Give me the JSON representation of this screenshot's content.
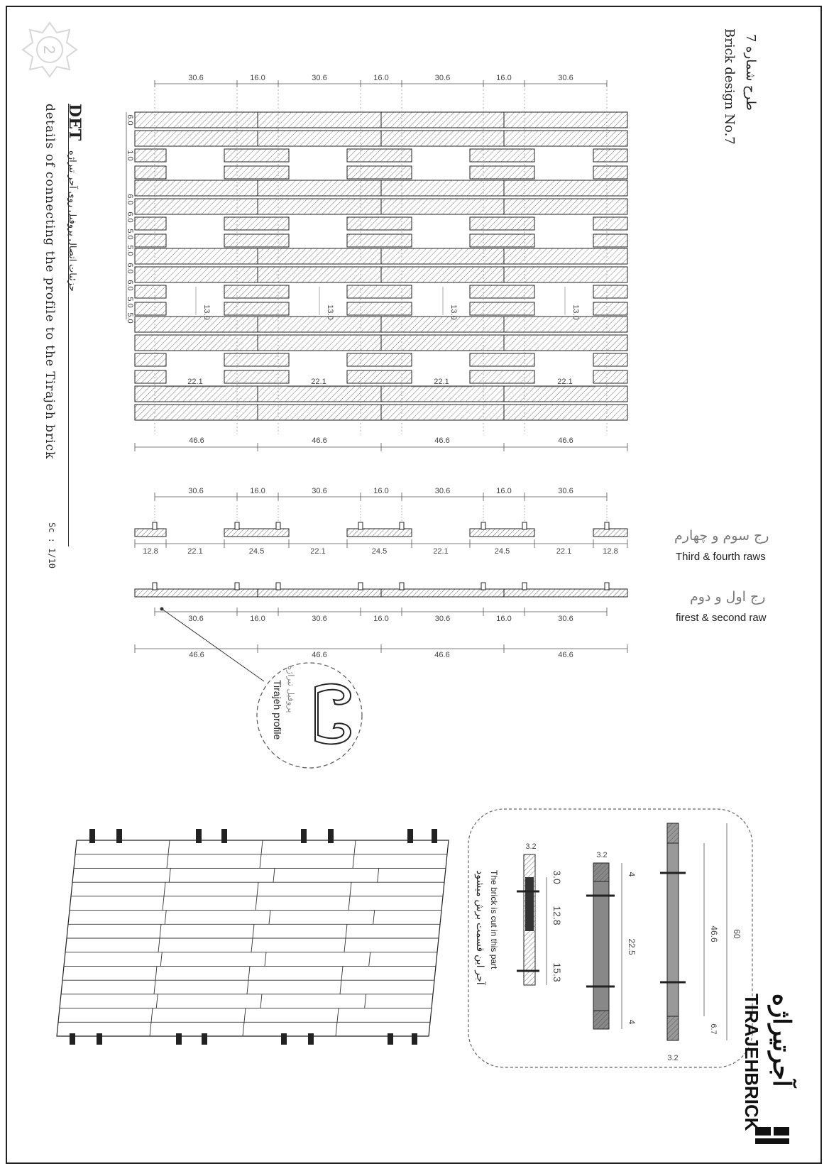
{
  "title_block": {
    "title_fa": "طرح شماره 7",
    "title_en": "Brick design No.7",
    "detail_code": "DET",
    "detail_fa": "جزئیات اتصال پروفیل روی آجر تیراژه",
    "detail_en": "details of connecting the profile to the Tirajeh brick",
    "scale": "Sc : 1/10",
    "sheet_number": "2"
  },
  "elevation": {
    "top_dims": [
      "30.6",
      "16.0",
      "30.6",
      "16.0",
      "30.6",
      "16.0",
      "30.6"
    ],
    "left_dims": [
      "6.0",
      "1.0",
      "6.0",
      "6.0",
      "5.0",
      "5.0",
      "6.0",
      "6.0",
      "5.0",
      "5.0"
    ],
    "gap_dims": [
      "13.0",
      "13.0",
      "13.0",
      "13.0"
    ],
    "span_dims": [
      "22.1",
      "22.1",
      "22.1",
      "22.1"
    ],
    "bottom_dims": [
      "46.6",
      "46.6",
      "46.6",
      "46.6"
    ]
  },
  "section_third_fourth": {
    "label_fa": "رج سوم و چهارم",
    "label_en": "Third & fourth raws",
    "top_dims": [
      "30.6",
      "16.0",
      "30.6",
      "16.0",
      "30.6",
      "16.0",
      "30.6"
    ],
    "bottom_dims": [
      "12.8",
      "22.1",
      "24.5",
      "22.1",
      "24.5",
      "22.1",
      "24.5",
      "22.1",
      "12.8"
    ]
  },
  "section_first_second": {
    "label_fa": "رج اول و دوم",
    "label_en": "firest & second raw",
    "dims": [
      "30.6",
      "16.0",
      "30.6",
      "16.0",
      "30.6",
      "16.0",
      "30.6"
    ],
    "bottom_dims": [
      "46.6",
      "46.6",
      "46.6",
      "46.6"
    ]
  },
  "profile_callout": {
    "label_en": "Tirajeh profile",
    "label_fa": "پروفیل تیراژه"
  },
  "brick_detail": {
    "note_en": "The brick is cut in this part",
    "note_fa": "آجر این قسمت برش میشود",
    "dims_a": [
      "3.2",
      "3.0",
      "12.8",
      "15.3"
    ],
    "dims_b": [
      "3.2",
      "4",
      "22.5",
      "4"
    ],
    "dims_c": [
      "46.6",
      "60",
      "6.7",
      "3.2"
    ]
  },
  "brand": {
    "name_fa": "آجرتیراژه",
    "name_en": "TIRAJEHBRICK"
  }
}
